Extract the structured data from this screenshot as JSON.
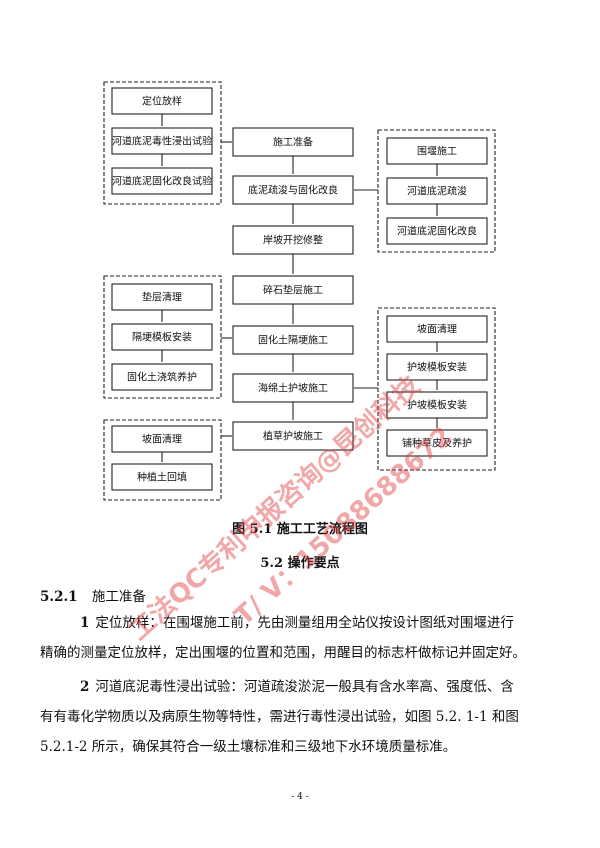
{
  "flowchart": {
    "main": [
      "施工准备",
      "底泥疏浚与固化改良",
      "岸坡开挖修整",
      "碎石垫层施工",
      "固化土隔埂施工",
      "海绵土护坡施工",
      "植草护坡施工"
    ],
    "group_top_left": [
      "定位放样",
      "河道底泥毒性浸出试验",
      "河道底泥固化改良试验"
    ],
    "group_top_right": [
      "围堰施工",
      "河道底泥疏浚",
      "河道底泥固化改良"
    ],
    "group_mid_left": [
      "垫层清理",
      "隔埂模板安装",
      "固化土浇筑养护"
    ],
    "group_mid_right": [
      "坡面清理",
      "护坡模板安装",
      "护坡模板安装",
      "铺种草皮及养护"
    ],
    "group_bottom_left": [
      "坡面清理",
      "种植土回填"
    ]
  },
  "figure_caption": "图 5.1   施工工艺流程图",
  "section": "5.2   操作要点",
  "subsection": {
    "number": "5.2.1",
    "title": "施工准备"
  },
  "paragraphs": [
    {
      "number": "1",
      "lines": [
        "定位放样：在围堰施工前，先由测量组用全站仪按设计图纸对围堰进行",
        "精确的测量定位放样，定出围堰的位置和范围，用醒目的标志杆做标记并固定好。"
      ]
    },
    {
      "number": "2",
      "lines": [
        "河道底泥毒性浸出试验：河道疏浚淤泥一般具有含水率高、强度低、含",
        "有有毒化学物质以及病原生物等特性，需进行毒性浸出试验，如图 5.2. 1-1 和图",
        "5.2.1-2 所示，确保其符合一级土壤标准和三级地下水环境质量标准。"
      ]
    }
  ],
  "page_number": "- 4 -",
  "watermark": [
    "工法QC专利申报咨询@昆创科技",
    "T/ V：15088688672"
  ]
}
